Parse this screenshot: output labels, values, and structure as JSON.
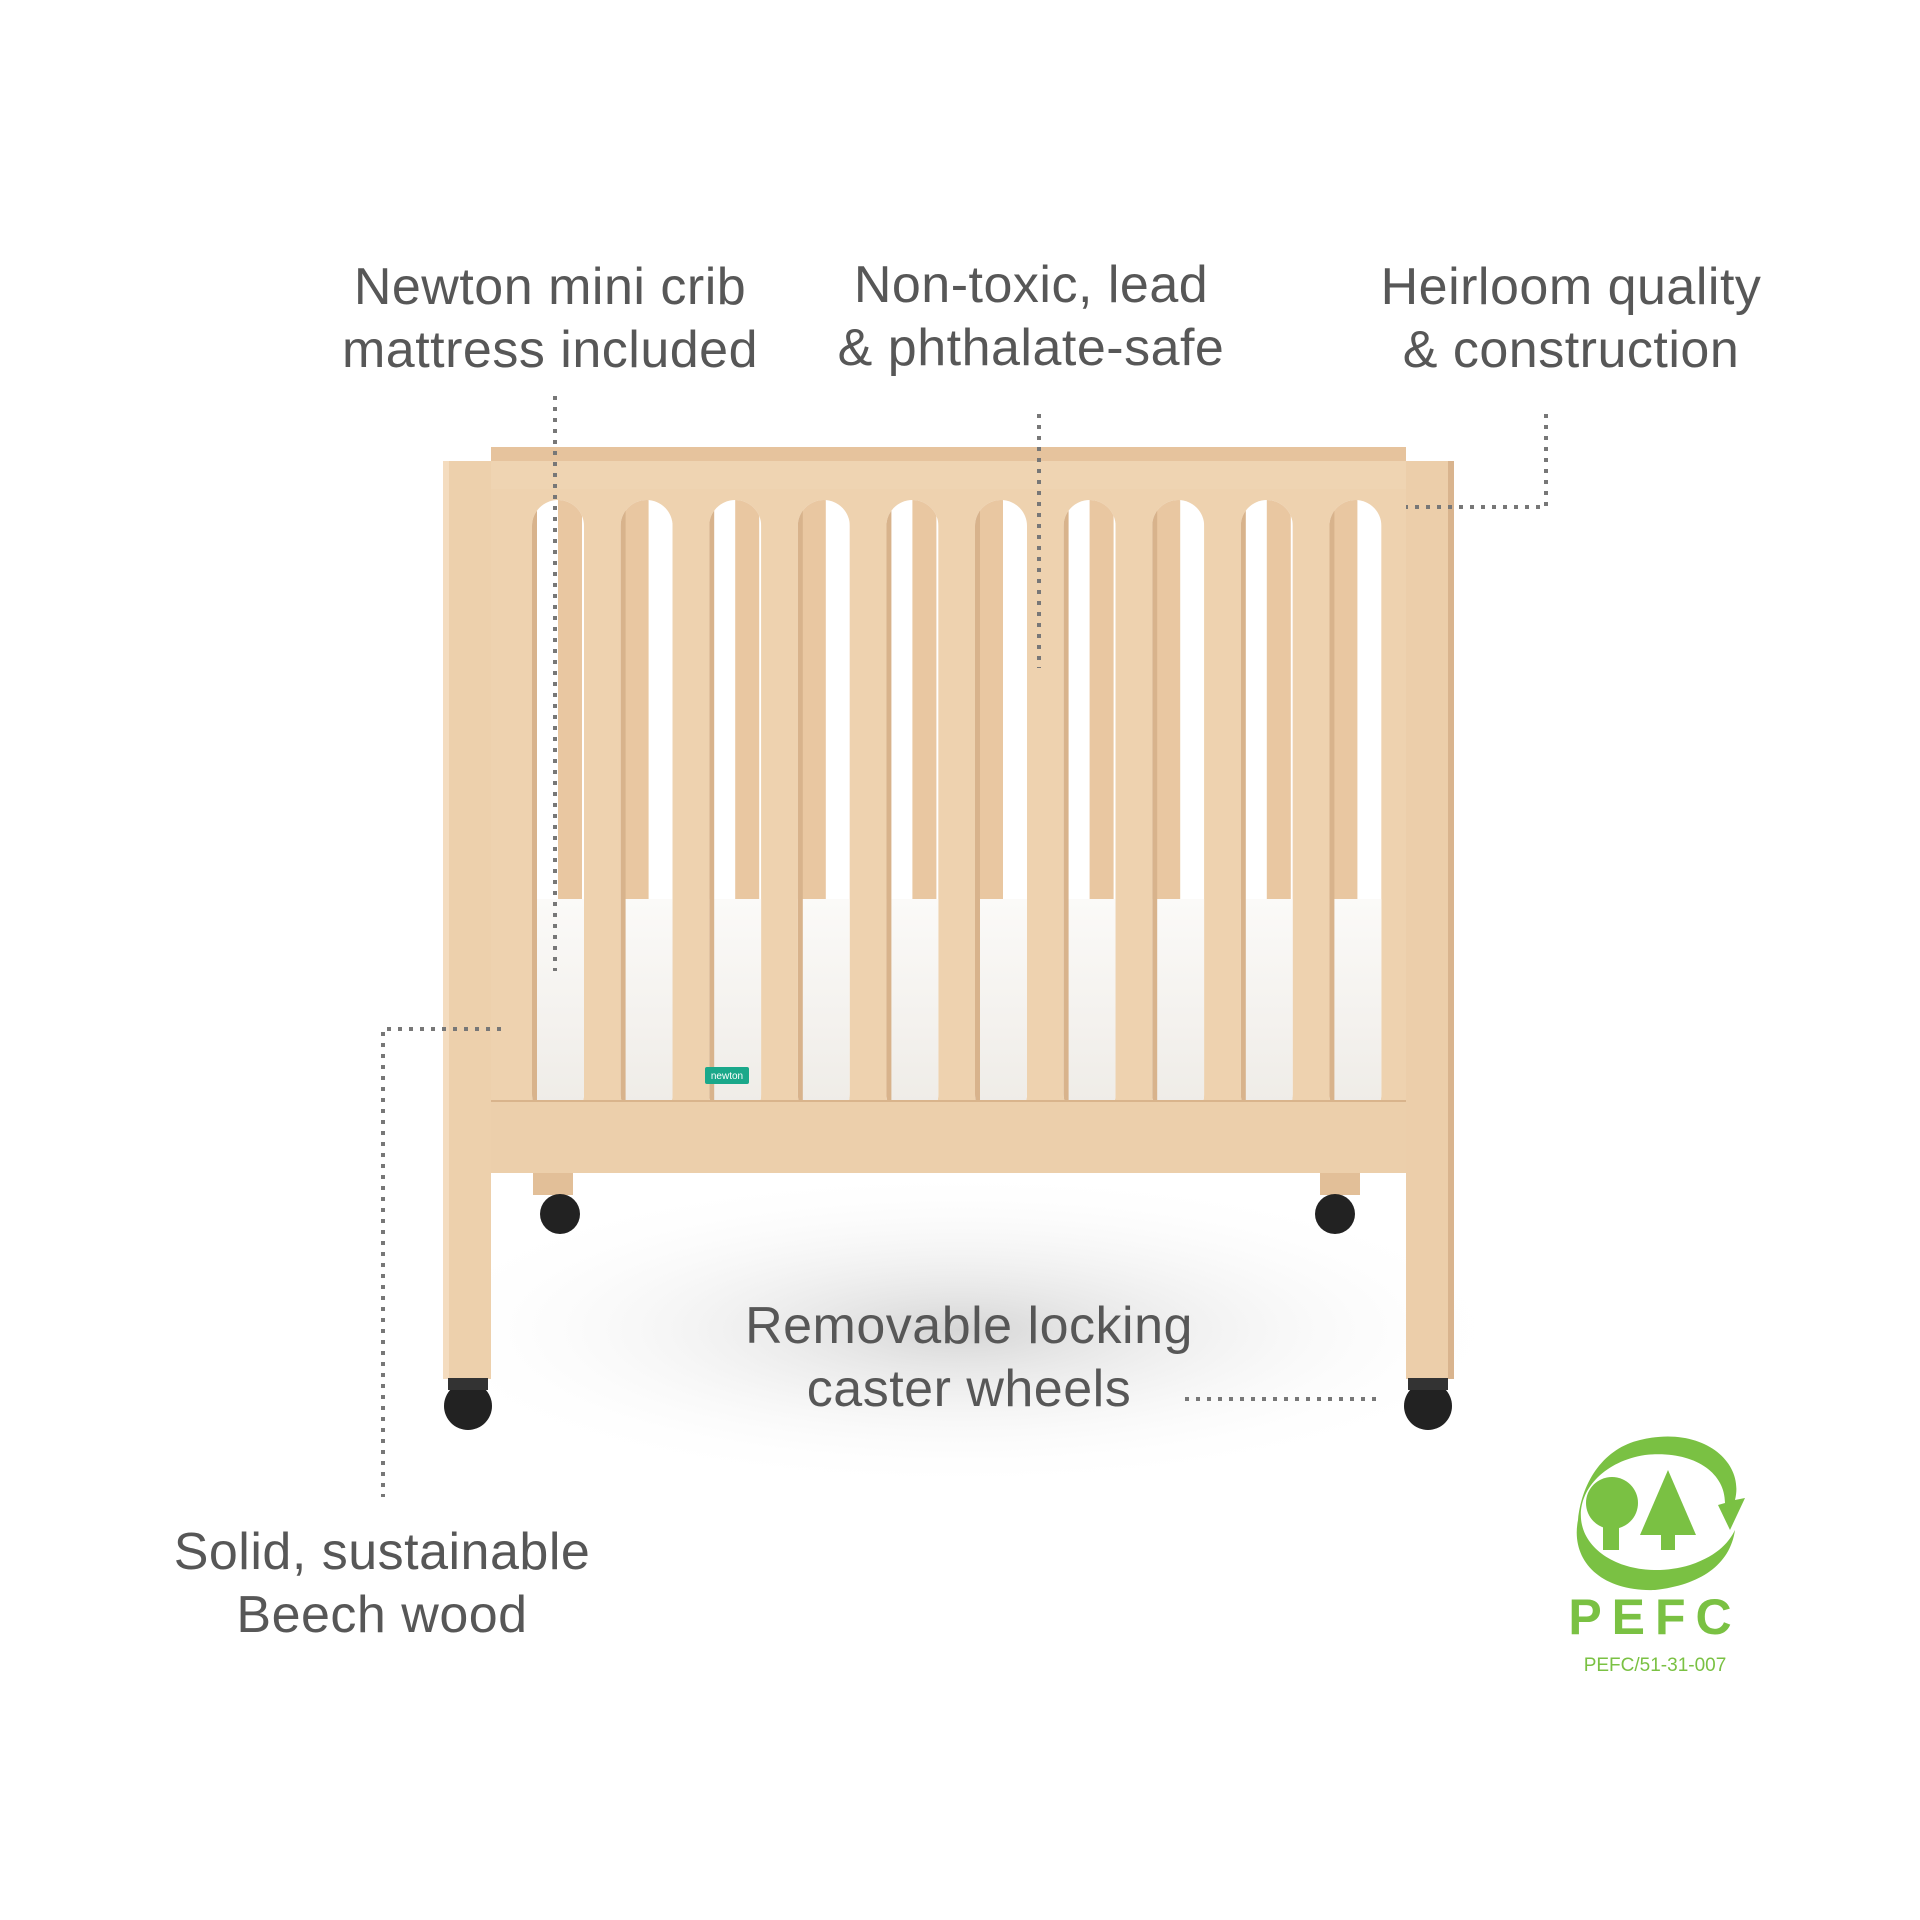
{
  "callouts": {
    "mattress": {
      "line1": "Newton mini crib",
      "line2": "mattress included"
    },
    "nontoxic": {
      "line1": "Non-toxic, lead",
      "line2": "& phthalate-safe"
    },
    "heirloom": {
      "line1": "Heirloom quality",
      "line2": "& construction"
    },
    "casters": {
      "line1": "Removable locking",
      "line2": "caster wheels"
    },
    "wood": {
      "line1": "Solid, sustainable",
      "line2": "Beech wood"
    }
  },
  "mattress_label": "newton",
  "certification": {
    "logo_text": "PEFC",
    "code": "PEFC/51-31-007"
  },
  "colors": {
    "text": "#575757",
    "wood": "#ecd0ad",
    "pefc_green": "#7ac143",
    "newton_teal": "#1aa88a",
    "dots": "#777777"
  }
}
